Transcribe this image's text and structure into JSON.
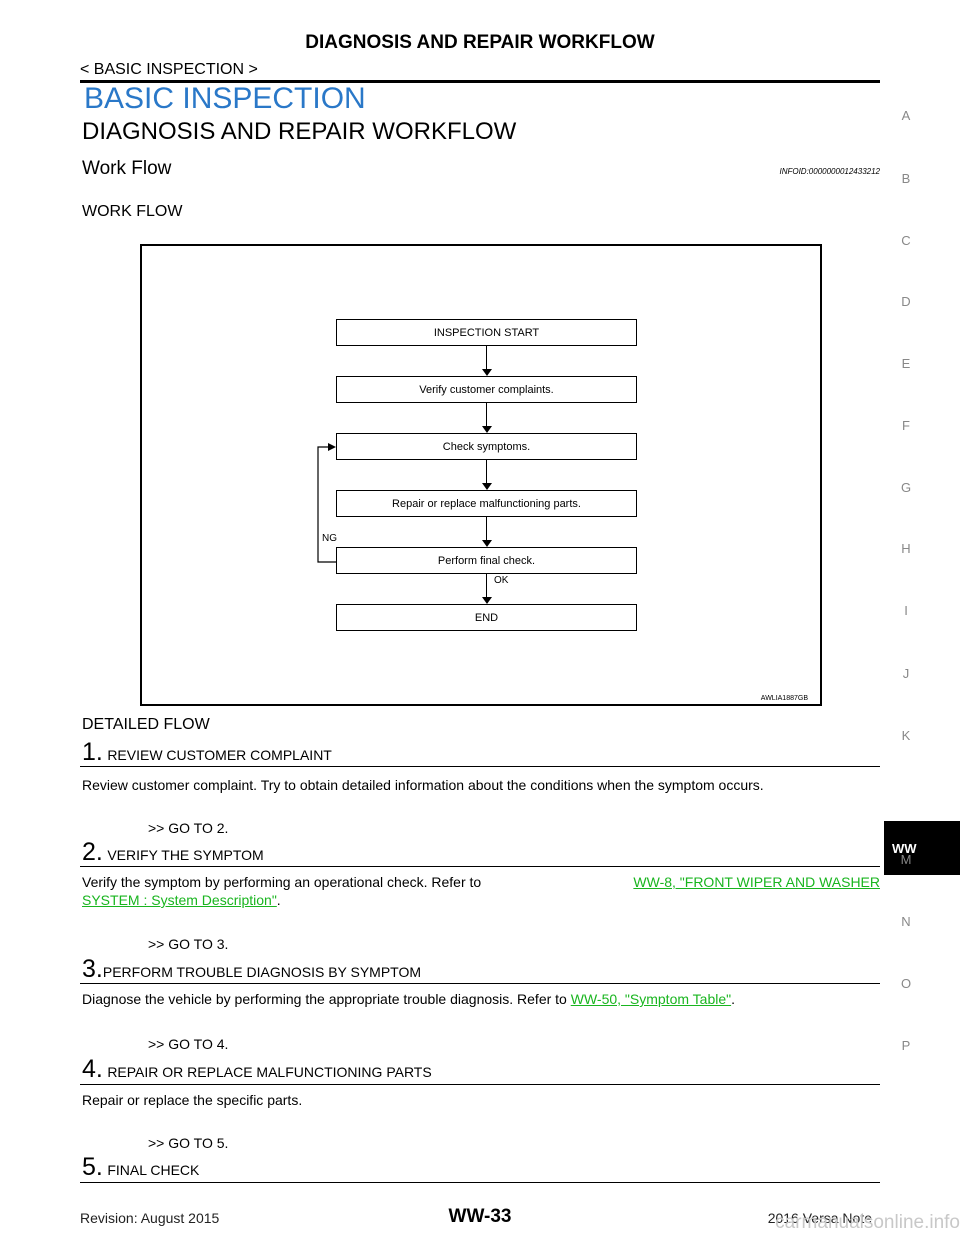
{
  "header": {
    "title": "DIAGNOSIS AND REPAIR WORKFLOW",
    "breadcrumb": "< BASIC INSPECTION >"
  },
  "section_title": "BASIC INSPECTION",
  "chapter_title": "DIAGNOSIS AND REPAIR WORKFLOW",
  "subtitle": "Work Flow",
  "info_id": "INFOID:0000000012433212",
  "work_flow_heading": "WORK FLOW",
  "flowchart": {
    "boxes": [
      "INSPECTION START",
      "Verify customer complaints.",
      "Check symptoms.",
      "Repair or replace malfunctioning parts.",
      "Perform final check.",
      "END"
    ],
    "ng_label": "NG",
    "ok_label": "OK",
    "figure_code": "AWLIA1887GB"
  },
  "right_nav": {
    "letters": [
      "A",
      "B",
      "C",
      "D",
      "E",
      "F",
      "G",
      "H",
      "I",
      "J",
      "K",
      "M",
      "N",
      "O",
      "P"
    ],
    "active": "WW"
  },
  "detailed_flow_heading": "DETAILED FLOW",
  "steps": [
    {
      "number": "1.",
      "title": "REVIEW CUSTOMER COMPLAINT",
      "text": "Review customer complaint. Try to obtain detailed information about the conditions when the symptom occurs.",
      "goto": ">> GO TO 2."
    },
    {
      "number": "2.",
      "title": "VERIFY THE SYMPTOM",
      "text_before": "Verify the symptom by performing an operational check. Refer to ",
      "link_line1": "WW-8, \"FRONT WIPER AND WASHER",
      "link_line2": "SYSTEM : System Description\"",
      "text_after": ".",
      "goto": ">> GO TO 3."
    },
    {
      "number": "3.",
      "title": "PERFORM TROUBLE DIAGNOSIS BY SYMPTOM",
      "text_before": "Diagnose the vehicle by performing the appropriate trouble diagnosis. Refer to ",
      "link": "WW-50, \"Symptom Table\"",
      "text_after": ".",
      "goto": ">> GO TO 4."
    },
    {
      "number": "4.",
      "title": "REPAIR OR REPLACE MALFUNCTIONING PARTS",
      "text": "Repair or replace the specific parts.",
      "goto": ">> GO TO 5."
    },
    {
      "number": "5.",
      "title": "FINAL CHECK"
    }
  ],
  "footer": {
    "revision": "Revision: August 2015",
    "page": "WW-33",
    "model": "2016 Versa Note",
    "watermark": "carmanualsonline.info"
  }
}
